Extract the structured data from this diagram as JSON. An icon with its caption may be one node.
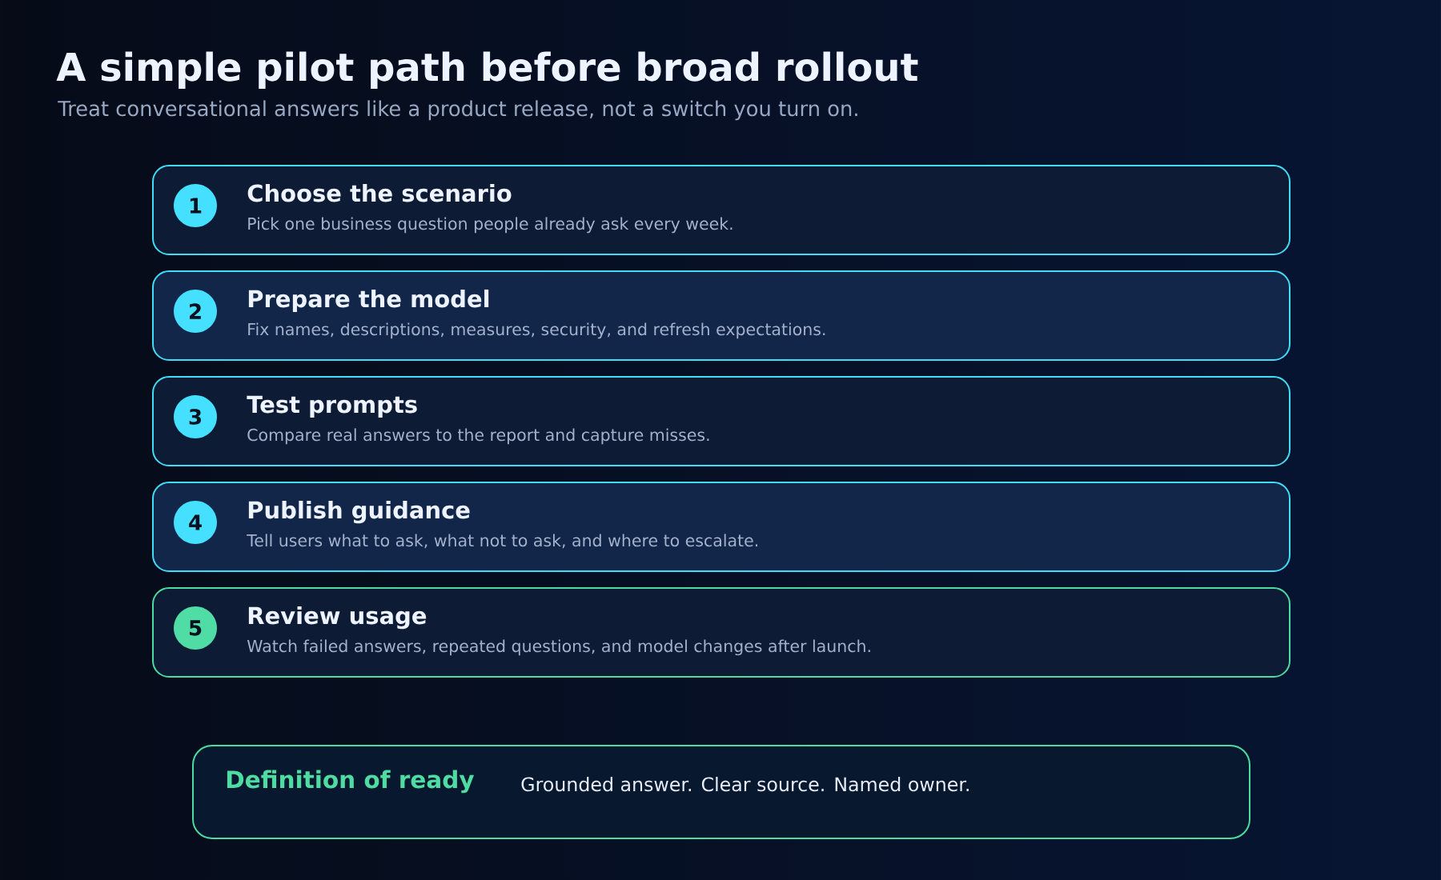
{
  "diagram": {
    "title": "A simple pilot path before broad rollout",
    "nodes": [
      {
        "text": [
          "Choose the scenario",
          "Pick one business question people already ask every week."
        ]
      },
      {
        "text": [
          "1"
        ],
        "in": 0
      },
      {
        "text": [
          "Prepare the model",
          "Fix names, descriptions, measures, security, and refresh expectations."
        ]
      },
      {
        "text": [
          "2"
        ],
        "in": 2
      },
      {
        "text": [
          "Test prompts",
          "Compare real answers to the report and capture misses."
        ]
      },
      {
        "text": [
          "3"
        ],
        "in": 4
      },
      {
        "text": [
          "Publish guidance",
          "Tell users what to ask, what not to ask, and where to escalate."
        ]
      },
      {
        "text": [
          "4"
        ],
        "in": 6
      },
      {
        "text": [
          "Review usage",
          "Watch failed answers, repeated questions, and model changes after launch."
        ]
      },
      {
        "text": [
          "5"
        ],
        "in": 8
      },
      {
        "text": [
          "Definition of ready",
          "Grounded answer. Clear source. Named owner."
        ]
      }
    ],
    "labels": [
      "Treat conversational answers like a product release, not a switch you turn on."
    ]
  }
}
